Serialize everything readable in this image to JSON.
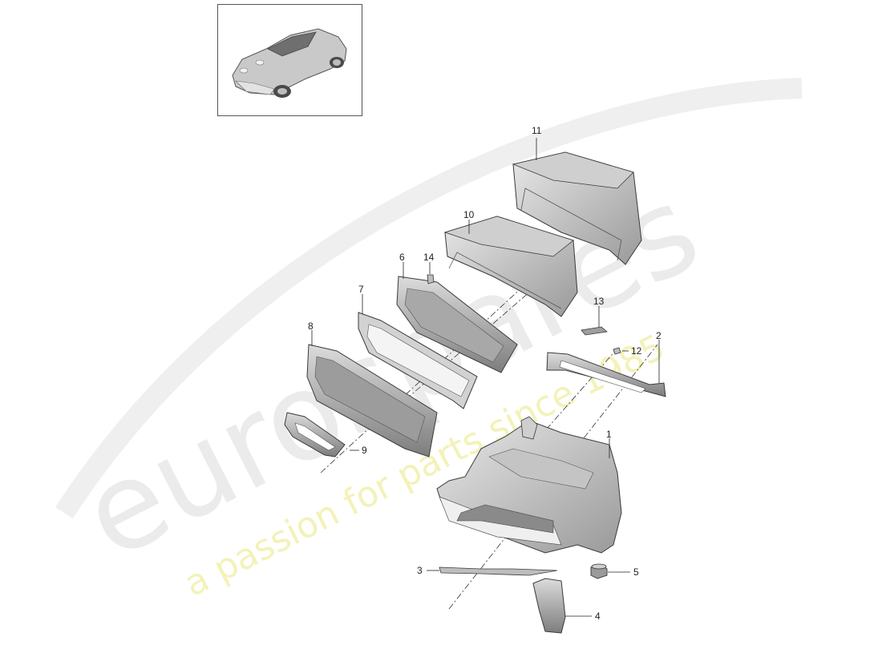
{
  "watermark": {
    "brand": "eurospares",
    "tagline": "a passion for parts since 1985",
    "brand_color": "#e6e6e6",
    "tagline_color": "#f3f2b8"
  },
  "thumbnail": {
    "icon": "car-icon",
    "bg": "#ffffff"
  },
  "callouts": {
    "c1": "1",
    "c2": "2",
    "c3": "3",
    "c4": "4",
    "c5": "5",
    "c6": "6",
    "c7": "7",
    "c8": "8",
    "c9": "9",
    "c10": "10",
    "c11": "11",
    "c12": "12",
    "c13": "13",
    "c14": "14"
  },
  "colors": {
    "part_fill": "#d6d6d6",
    "part_dark": "#8c8c8c",
    "outline": "#3a3a3a"
  }
}
